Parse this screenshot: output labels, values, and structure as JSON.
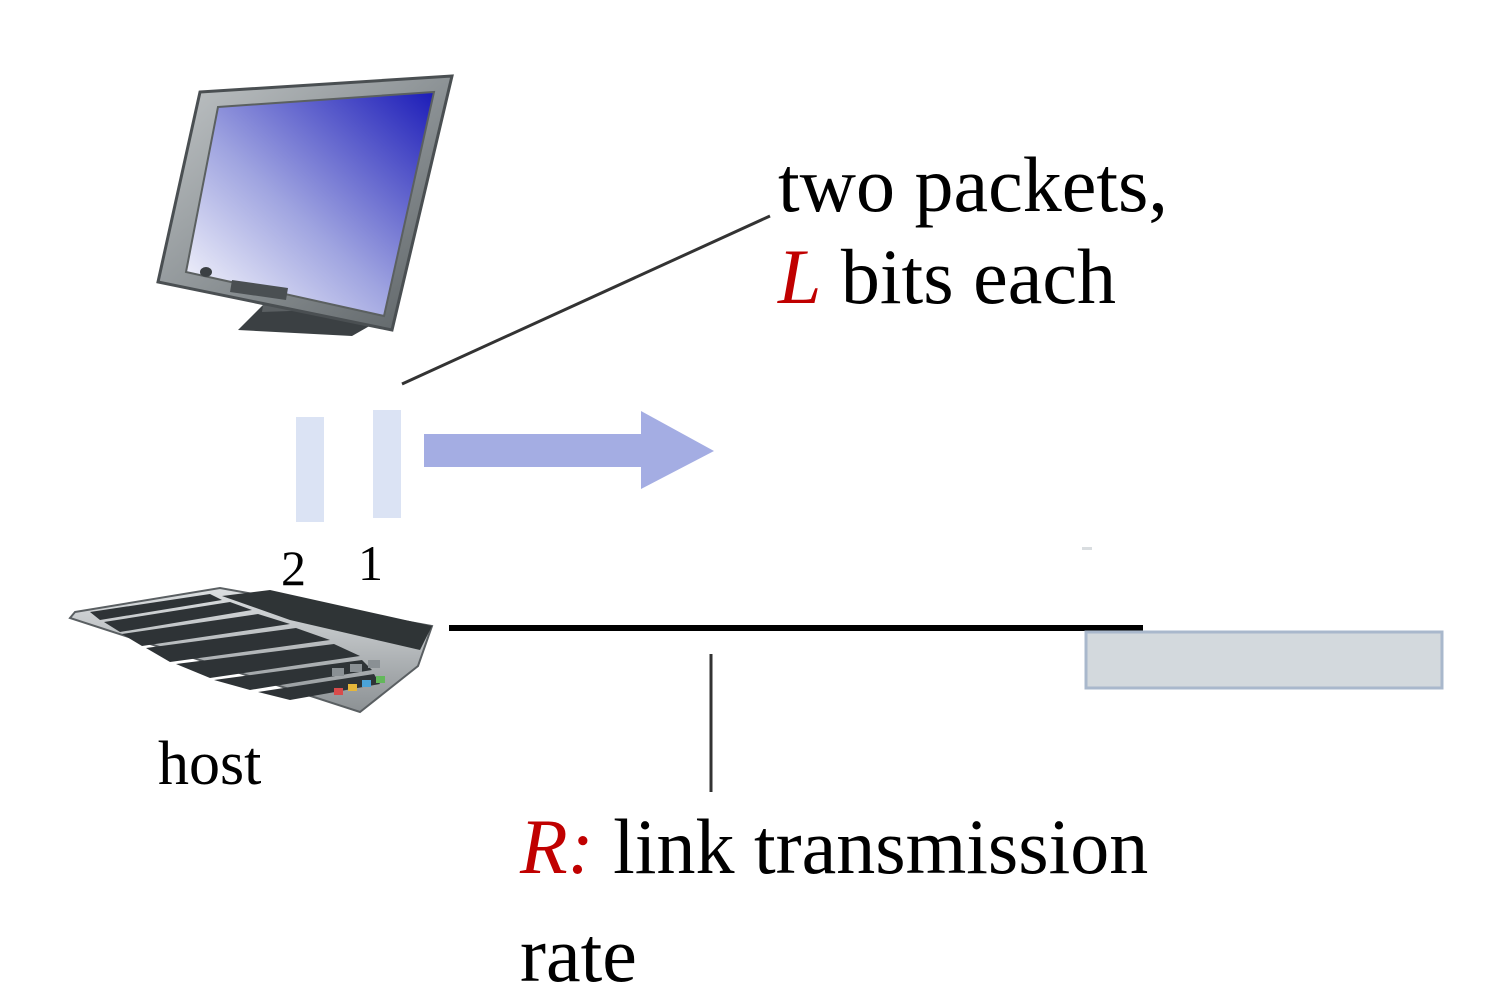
{
  "labels": {
    "packets_var": "L",
    "packets_line1": "two packets,",
    "packets_line2_suffix": " bits each",
    "rate_var": "R:",
    "rate_line1_suffix": " link transmission",
    "rate_line2": "rate",
    "host": "host",
    "packet_2": "2",
    "packet_1": "1"
  },
  "colors": {
    "variable": "#c00000",
    "packet": "#dbe3f4",
    "arrow": "#a4ade3",
    "link": "#000000",
    "router": "#d3d9dd"
  },
  "icons": {
    "monitor": "monitor-icon",
    "keyboard": "keyboard-icon",
    "arrow": "arrow-right-icon"
  }
}
